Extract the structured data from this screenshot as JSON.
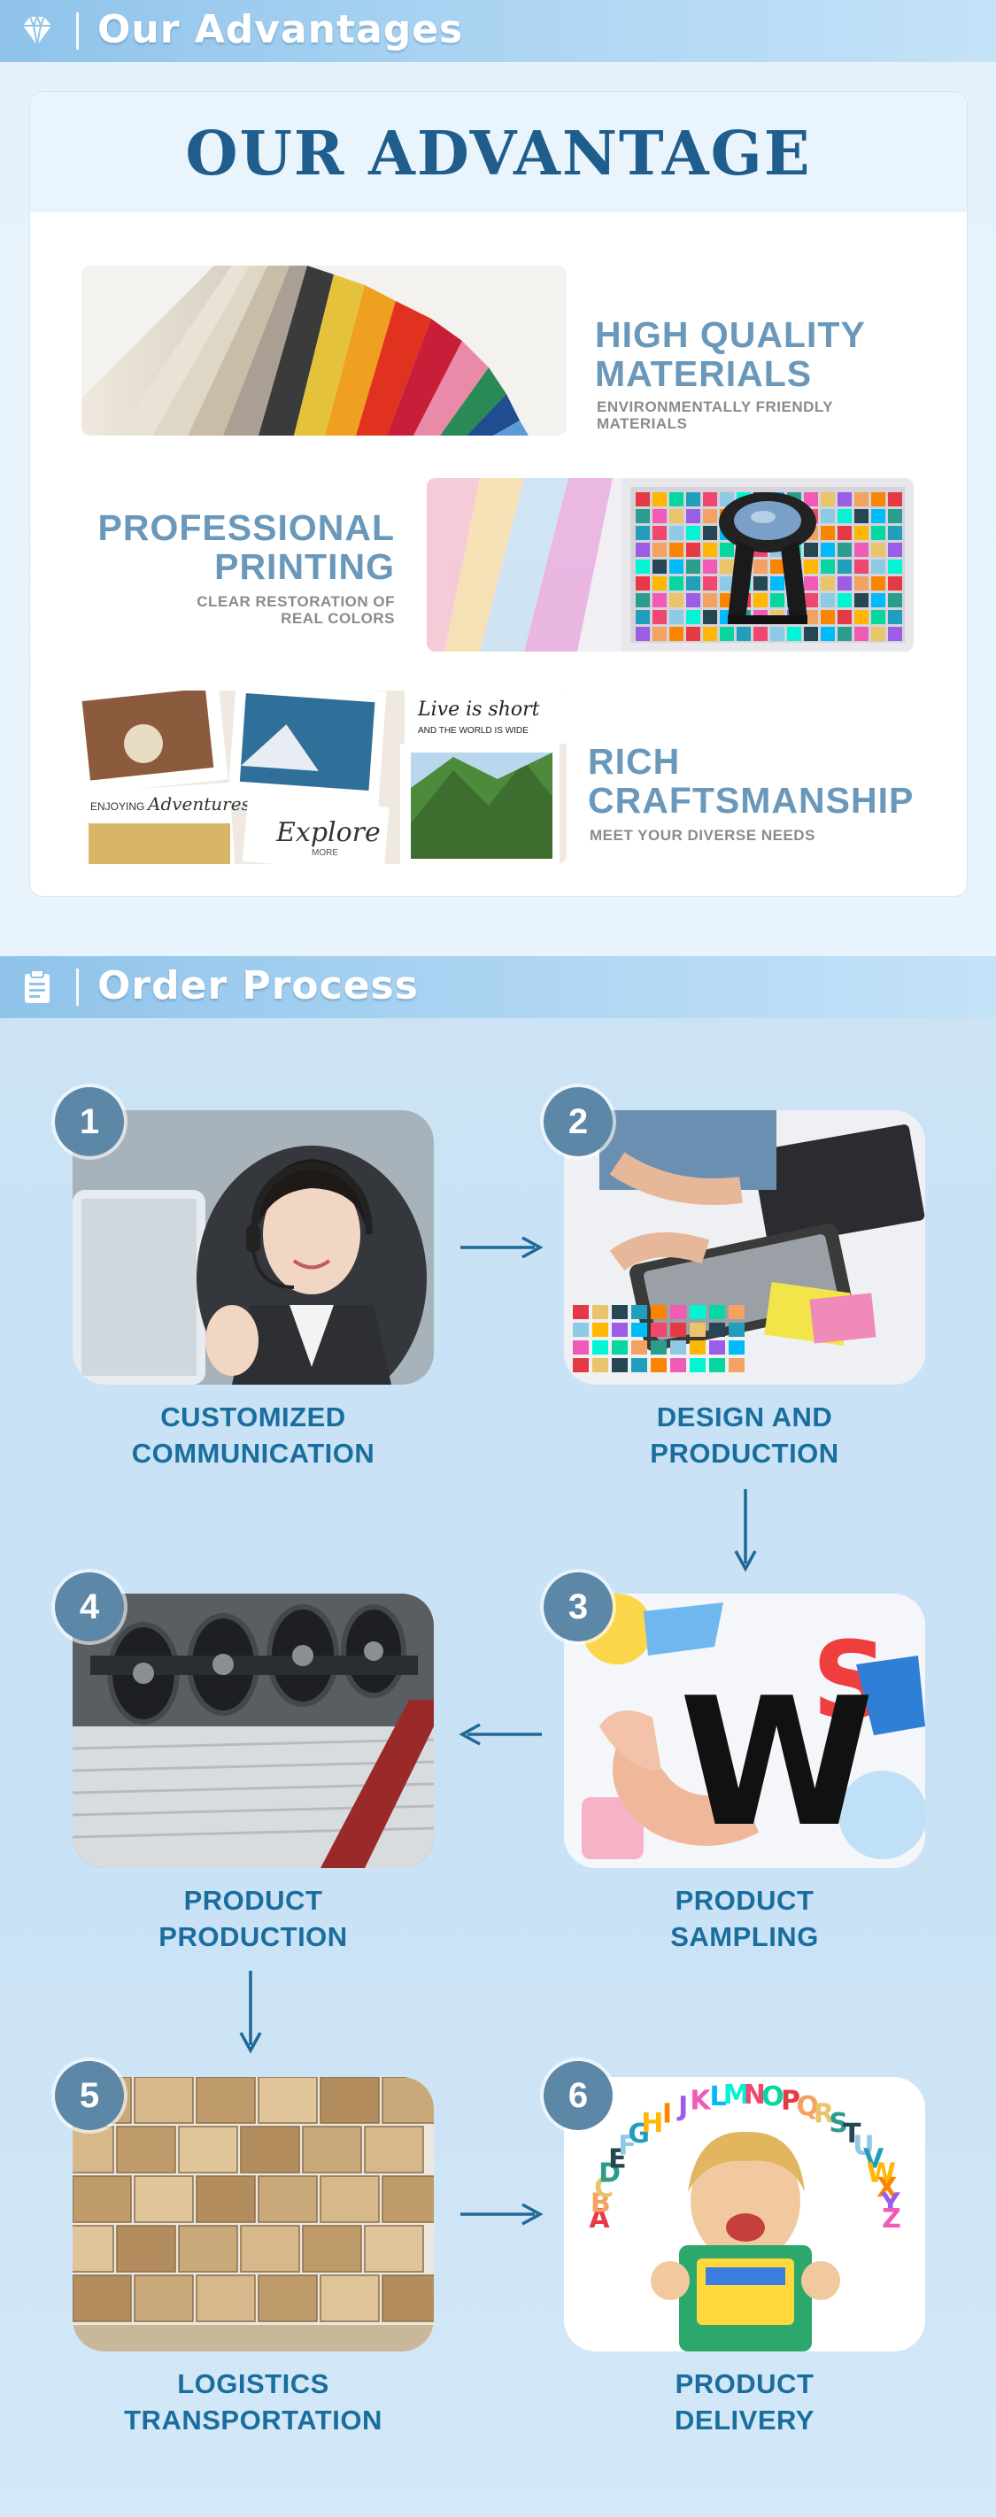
{
  "advantages_section": {
    "title": "Our Advantages",
    "icon": "diamond-icon",
    "card_title": "OUR ADVANTAGE",
    "items": [
      {
        "title_line1": "HIGH QUALITY",
        "title_line2": "MATERIALS",
        "sub_line1": "ENVIRONMENTALLY FRIENDLY",
        "sub_line2": "MATERIALS",
        "image": "paper-swatches"
      },
      {
        "title_line1": "PROFESSIONAL",
        "title_line2": "PRINTING",
        "sub_line1": "CLEAR RESTORATION OF",
        "sub_line2": "REAL COLORS",
        "image": "color-chart-loupe"
      },
      {
        "title_line1": "RICH",
        "title_line2": "CRAFTSMANSHIP",
        "sub_line1": "MEET YOUR DIVERSE NEEDS",
        "image": "printed-photo-collage"
      }
    ],
    "collage_text": {
      "a": "Live is short",
      "b": "AND THE WORLD IS WIDE",
      "c": "ENJOYING",
      "d": "Adventures",
      "e": "Explore",
      "f": "MORE"
    }
  },
  "order_section": {
    "title": "Order Process",
    "icon": "clipboard-icon",
    "steps": [
      {
        "number": "1",
        "line1": "CUSTOMIZED",
        "line2": "COMMUNICATION",
        "image": "customer-service-agent"
      },
      {
        "number": "2",
        "line1": "DESIGN AND",
        "line2": "PRODUCTION",
        "image": "designer-desk"
      },
      {
        "number": "3",
        "line1": "PRODUCT",
        "line2": "SAMPLING",
        "image": "foam-letters-hand"
      },
      {
        "number": "4",
        "line1": "PRODUCT",
        "line2": "PRODUCTION",
        "image": "factory-rollers"
      },
      {
        "number": "5",
        "line1": "LOGISTICS",
        "line2": "TRANSPORTATION",
        "image": "warehouse-boxes"
      },
      {
        "number": "6",
        "line1": "PRODUCT",
        "line2": "DELIVERY",
        "image": "child-with-alphabet"
      }
    ],
    "sampling_letters": [
      "S",
      "W"
    ],
    "delivery_alphabet": "ABCDEFGHIJKLMNOPQRSTUVWXYZ"
  },
  "colors": {
    "accent": "#1a6e9e",
    "title_blue": "#1f5d8c",
    "heading_blue": "#6a98bb",
    "badge": "#5d87a6"
  }
}
